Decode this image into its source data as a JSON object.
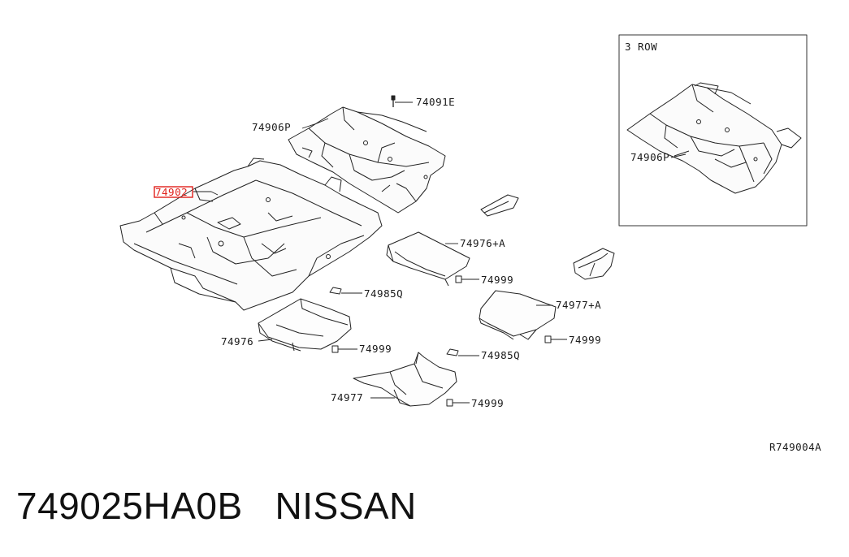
{
  "diagram": {
    "inset_title": "3 ROW",
    "callouts": {
      "c74091E": "74091E",
      "c74906P": "74906P",
      "c74902": "74902",
      "c74976A": "74976+A",
      "c74999a": "74999",
      "c74985Qa": "74985Q",
      "c74977A": "74977+A",
      "c74976": "74976",
      "c74999b": "74999",
      "c74999c": "74999",
      "c74985Qb": "74985Q",
      "c74977": "74977",
      "c74999d": "74999",
      "inset74906P": "74906P"
    },
    "highlight_color": "#e0201b",
    "ref_code": "R749004A"
  },
  "footer": {
    "part_number": "749025HA0B",
    "brand": "NISSAN"
  }
}
